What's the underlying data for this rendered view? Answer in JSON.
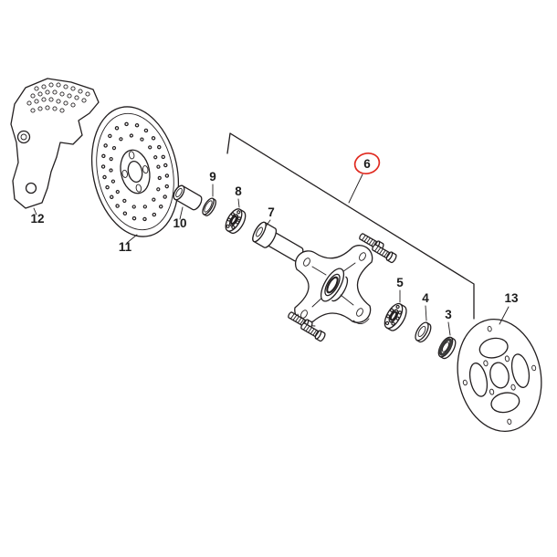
{
  "diagram": {
    "background": "#ffffff",
    "line_color": "#231f20",
    "annotation_color": "#e02a20",
    "labels": {
      "p3": "3",
      "p4": "4",
      "p5": "5",
      "p6": "6",
      "p7": "7",
      "p8": "8",
      "p9": "9",
      "p10": "10",
      "p11": "11",
      "p12": "12",
      "p13": "13"
    }
  }
}
